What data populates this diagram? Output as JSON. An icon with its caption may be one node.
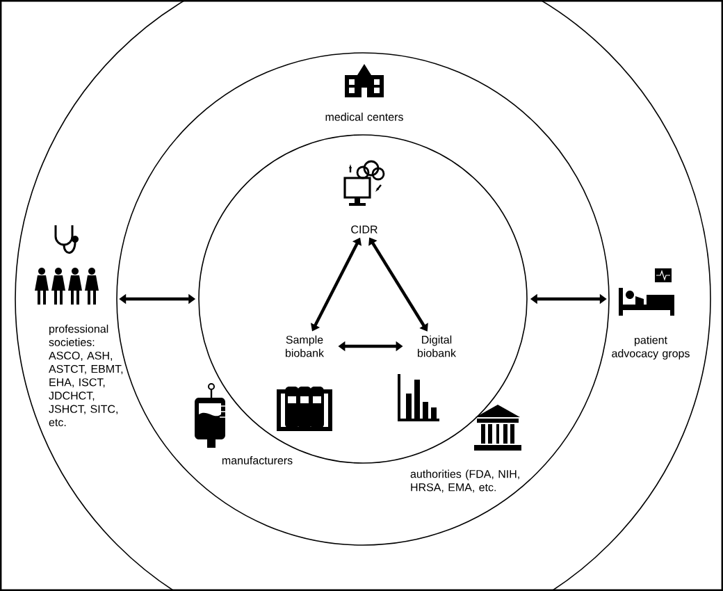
{
  "diagram": {
    "nodes": [
      {
        "text": [],
        "shape": "circle"
      },
      {
        "text": [],
        "shape": "circle",
        "in": 0
      },
      {
        "text": [],
        "shape": "circle",
        "in": 1
      },
      {
        "text": [
          "medical centers"
        ],
        "in": 1
      },
      {
        "text": [
          "CIDR"
        ],
        "in": 2
      },
      {
        "text": [
          "professional societies: ASCO, ASH, ASTCT, EBMT, EHA, ISCT, JDCHCT, JSHCT, SITC, etc."
        ],
        "in": 0
      },
      {
        "text": [
          "patient advocacy grops"
        ],
        "in": 0
      },
      {
        "text": [
          "Sample biobank"
        ],
        "in": 2
      },
      {
        "text": [
          "Digital biobank"
        ],
        "in": 2
      },
      {
        "text": [
          "manufacturers"
        ],
        "in": 1
      },
      {
        "text": [
          "authorities (FDA, NIH, HRSA, EMA, etc."
        ],
        "in": 1
      }
    ],
    "edges": [
      {
        "from": 4,
        "to": 7,
        "arrow": "both"
      },
      {
        "from": 4,
        "to": 8,
        "arrow": "both"
      },
      {
        "from": 7,
        "to": 8,
        "arrow": "both"
      },
      {
        "from": 1,
        "to": 2,
        "arrow": "both"
      },
      {
        "from": 2,
        "to": 1,
        "arrow": "both"
      }
    ]
  }
}
